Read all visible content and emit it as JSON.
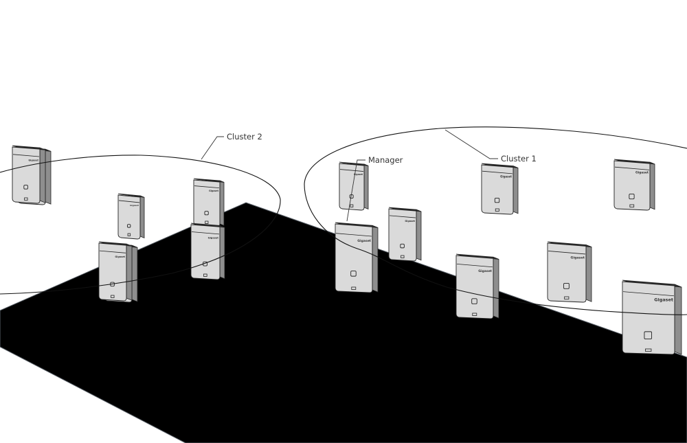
{
  "labels": {
    "cluster_1": "Cluster 1",
    "cluster_2": "Cluster 2",
    "manager": "Manager"
  },
  "device_brand_text": "Gigaset",
  "colors": {
    "floor": "#737b82",
    "device_face": "#dadada",
    "device_side": "#8e8e8e",
    "device_top": "#2e2e2e",
    "outline": "#222222",
    "background": "#ffffff"
  },
  "devices": [
    {
      "id": "c2-back-left",
      "cluster": "Cluster 2"
    },
    {
      "id": "c2-mid-small",
      "cluster": "Cluster 2"
    },
    {
      "id": "c2-back-right",
      "cluster": "Cluster 2"
    },
    {
      "id": "c2-front-left",
      "cluster": "Cluster 2"
    },
    {
      "id": "c2-front-right",
      "cluster": "Cluster 2"
    },
    {
      "id": "manager",
      "cluster": "Cluster 1",
      "role": "Manager"
    },
    {
      "id": "c1-mid-1",
      "cluster": "Cluster 1"
    },
    {
      "id": "c1-back-1",
      "cluster": "Cluster 1"
    },
    {
      "id": "c1-back-2",
      "cluster": "Cluster 1"
    },
    {
      "id": "c1-front-1",
      "cluster": "Cluster 1"
    },
    {
      "id": "c1-front-2",
      "cluster": "Cluster 1"
    },
    {
      "id": "c1-front-3",
      "cluster": "Cluster 1"
    },
    {
      "id": "c1-front-4",
      "cluster": "Cluster 1"
    }
  ]
}
